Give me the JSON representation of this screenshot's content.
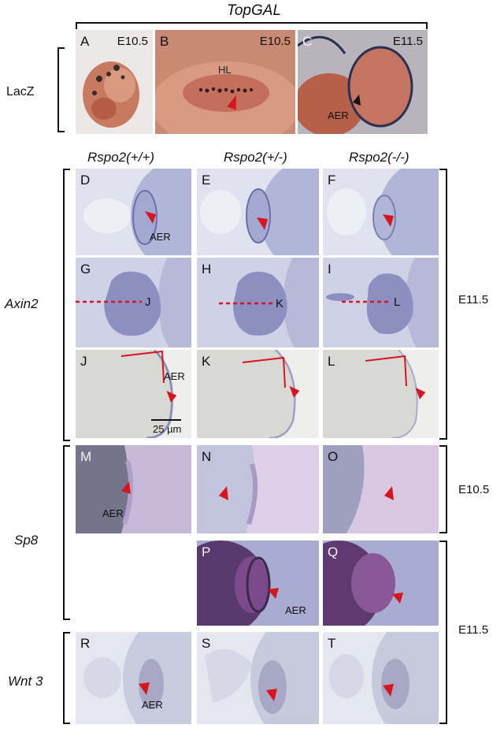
{
  "figure": {
    "topgal_title": "TopGAL",
    "col_headers": [
      "Rspo2(+/+)",
      "Rspo2(+/-)",
      "Rspo2(-/-)"
    ],
    "row_labels": {
      "lacz": "LacZ",
      "axin2": "Axin2",
      "sp8": "Sp8",
      "wnt3": "Wnt 3"
    },
    "right_stages": {
      "e115_axin": "E11.5",
      "e105_sp8": "E10.5",
      "e115_bottom": "E11.5"
    },
    "panels": {
      "A": {
        "letter": "A",
        "stage": "E10.5"
      },
      "B": {
        "letter": "B",
        "stage": "E10.5",
        "hl": "HL"
      },
      "C": {
        "letter": "C",
        "stage": "E11.5",
        "aer": "AER"
      },
      "D": {
        "letter": "D",
        "aer": "AER"
      },
      "E": {
        "letter": "E"
      },
      "F": {
        "letter": "F"
      },
      "G": {
        "letter": "G",
        "cut": "J"
      },
      "H": {
        "letter": "H",
        "cut": "K"
      },
      "I": {
        "letter": "I",
        "cut": "L"
      },
      "J": {
        "letter": "J",
        "aer": "AER",
        "scale": "25 µm"
      },
      "K": {
        "letter": "K"
      },
      "L": {
        "letter": "L"
      },
      "M": {
        "letter": "M",
        "aer": "AER"
      },
      "N": {
        "letter": "N"
      },
      "O": {
        "letter": "O"
      },
      "P": {
        "letter": "P",
        "aer": "AER"
      },
      "Q": {
        "letter": "Q"
      },
      "R": {
        "letter": "R",
        "aer": "AER"
      },
      "S": {
        "letter": "S"
      },
      "T": {
        "letter": "T"
      }
    },
    "colors": {
      "arrow": "#d8141e",
      "dashed": "#d8141e",
      "lacz_bg": "#b46a4e",
      "wholemount_bg": "#b8bed8",
      "section_bg": "#e4e4e2",
      "sp8_dark": "#6e6e88",
      "sp8_p": "#9aa0c8"
    }
  }
}
